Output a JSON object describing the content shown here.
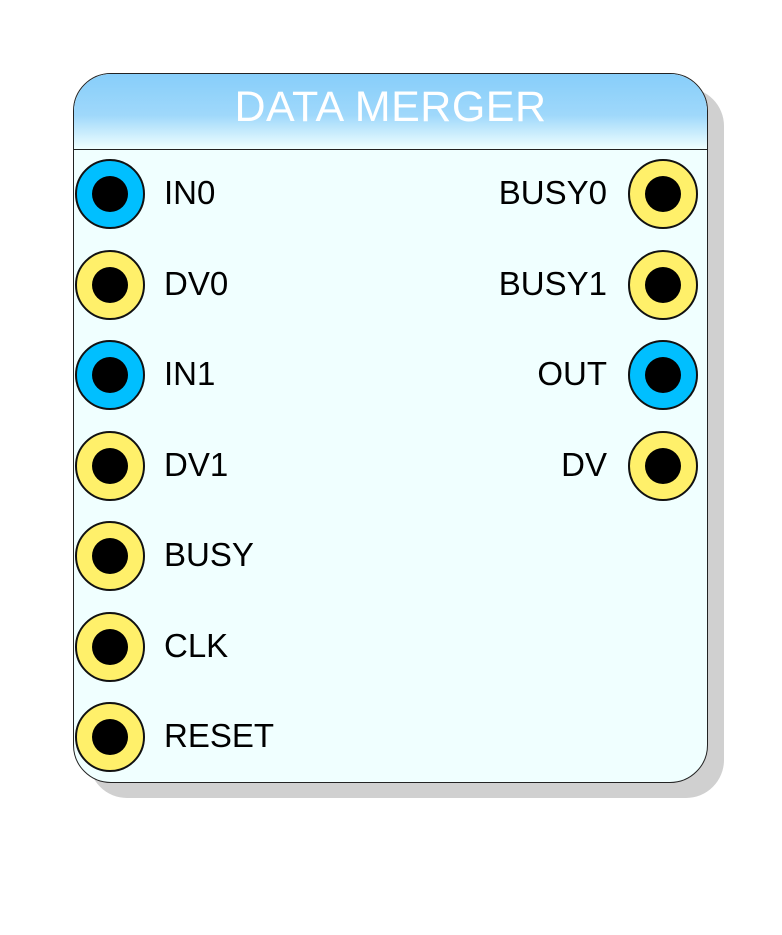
{
  "block": {
    "title": "DATA MERGER",
    "input_ports": [
      {
        "label": "IN0",
        "color": "#00bfff"
      },
      {
        "label": "DV0",
        "color": "#fff06a"
      },
      {
        "label": "IN1",
        "color": "#00bfff"
      },
      {
        "label": "DV1",
        "color": "#fff06a"
      },
      {
        "label": "BUSY",
        "color": "#fff06a"
      },
      {
        "label": "CLK",
        "color": "#fff06a"
      },
      {
        "label": "RESET",
        "color": "#fff06a"
      }
    ],
    "output_ports": [
      {
        "label": "BUSY0",
        "color": "#fff06a"
      },
      {
        "label": "BUSY1",
        "color": "#fff06a"
      },
      {
        "label": "OUT",
        "color": "#00bfff"
      },
      {
        "label": "DV",
        "color": "#fff06a"
      }
    ]
  }
}
